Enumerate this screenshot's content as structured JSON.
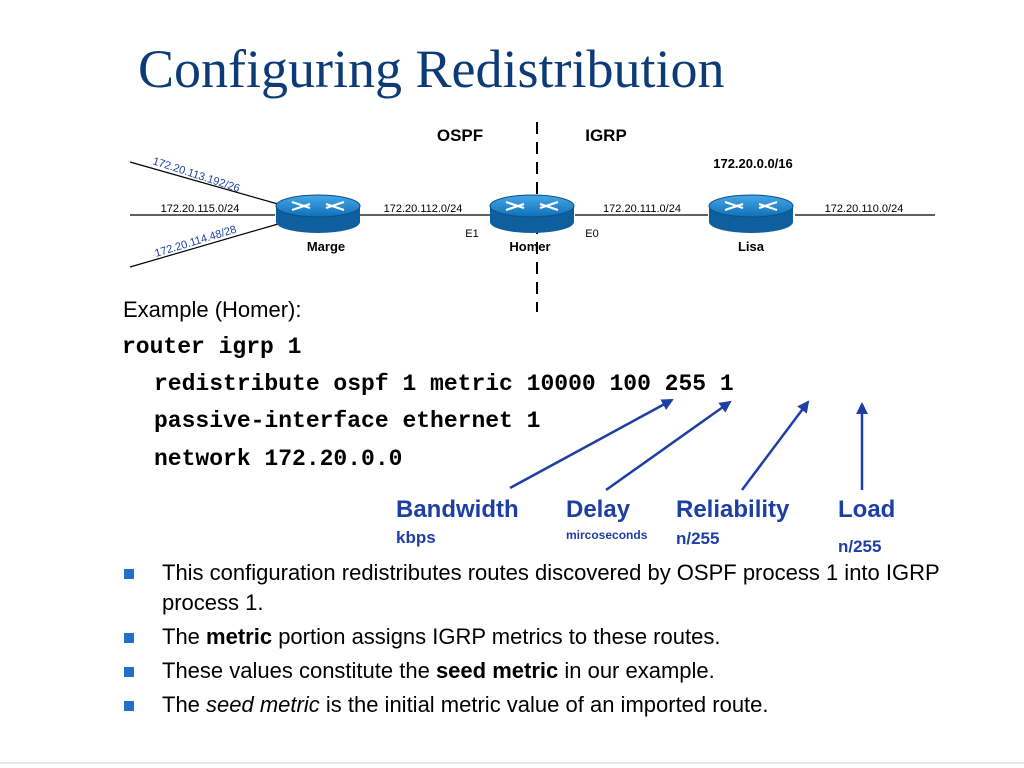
{
  "slide": {
    "title": "Configuring Redistribution"
  },
  "diagram": {
    "domain_left": "OSPF",
    "domain_right": "IGRP",
    "supernet": "172.20.0.0/16",
    "networks": {
      "marge_upper": "172.20.113.192/26",
      "marge_left": "172.20.115.0/24",
      "marge_lower": "172.20.114.48/28",
      "marge_homer": "172.20.112.0/24",
      "homer_lisa": "172.20.111.0/24",
      "lisa_right": "172.20.110.0/24"
    },
    "interfaces": {
      "homer_left": "E1",
      "homer_right": "E0"
    },
    "routers": {
      "marge": "Marge",
      "homer": "Homer",
      "lisa": "Lisa"
    },
    "colors": {
      "router_fill": "#1a80c8",
      "router_top": "#3aa0e0",
      "link": "#000000",
      "slanted_label": "#1d3fa3"
    }
  },
  "config": {
    "example_label": "Example (Homer):",
    "lines": [
      "router igrp 1",
      "redistribute ospf 1 metric 10000 100 255 1",
      "passive-interface ethernet 1",
      "network 172.20.0.0"
    ]
  },
  "annotations": {
    "bandwidth": {
      "label": "Bandwidth",
      "unit": "kbps"
    },
    "delay": {
      "label": "Delay",
      "unit": "mircoseconds"
    },
    "reliability": {
      "label": "Reliability",
      "unit": "n/255"
    },
    "load": {
      "label": "Load",
      "unit": "n/255"
    },
    "color": "#1d3fa3"
  },
  "bullets": [
    {
      "pre": "This configuration redistributes routes discovered by OSPF process 1 into IGRP process 1.",
      "em": "",
      "post": "",
      "em_style": ""
    },
    {
      "pre": "The ",
      "em": "metric",
      "post": " portion assigns IGRP metrics to these routes.",
      "em_style": "bold"
    },
    {
      "pre": "These values constitute the ",
      "em": "seed metric",
      "post": " in our example.",
      "em_style": "bold"
    },
    {
      "pre": "The ",
      "em": "seed metric",
      "post": " is the initial metric value of an imported route.",
      "em_style": "italic"
    }
  ],
  "bullet_color": "#1e73c8"
}
